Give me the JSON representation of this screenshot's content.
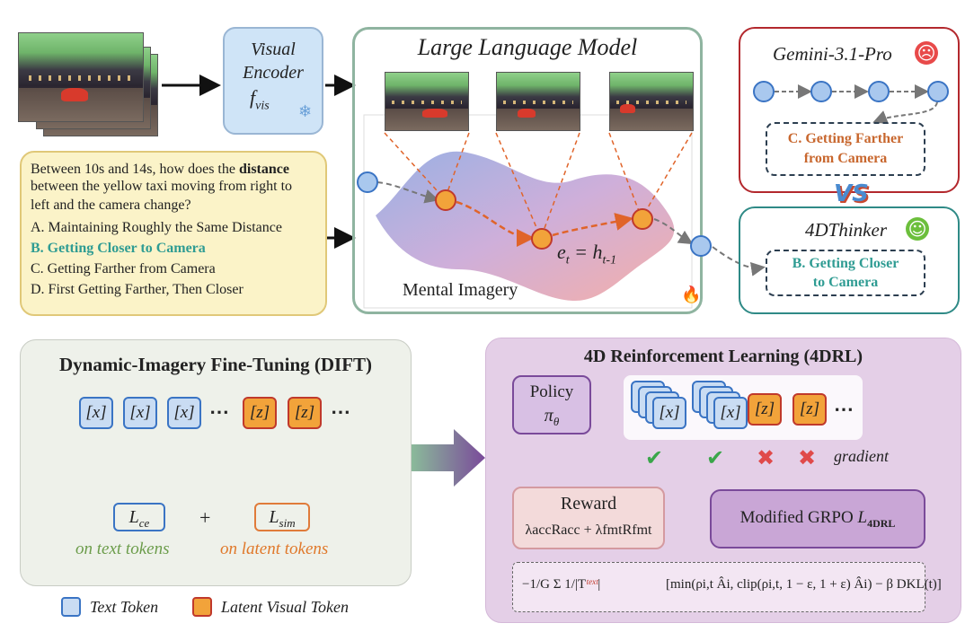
{
  "encoder": {
    "line1": "Visual",
    "line2": "Encoder",
    "symbol": "f",
    "sub": "vis",
    "freeze": "❄"
  },
  "llm": {
    "title": "Large Language Model",
    "mental": "Mental Imagery",
    "eq_lhs": "e",
    "eq_lhs_sub": "t",
    "eq_eq": " = h",
    "eq_rhs_sub": "t-1",
    "fire": "🔥"
  },
  "question": {
    "prefix": "Between 10s and 14s, how does the ",
    "bold": "distance",
    "line2": "between the yellow taxi moving from right to",
    "line3": "left and the camera change?",
    "options": [
      {
        "text": "A. Maintaining Roughly the Same Distance",
        "color": "#222222"
      },
      {
        "text": "B. Getting Closer to Camera",
        "color": "#2f9c93"
      },
      {
        "text": "C. Getting Farther from Camera",
        "color": "#222222"
      },
      {
        "text": "D. First Getting Farther, Then Closer",
        "color": "#222222"
      }
    ]
  },
  "gemini": {
    "title": "Gemini-3.1-Pro",
    "face": "☹",
    "answer1": "C. Getting Farther",
    "answer2": "from Camera"
  },
  "vs": "VS",
  "thinker": {
    "title": "4DThinker",
    "face": "☺",
    "answer1": "B. Getting Closer",
    "answer2": "to Camera"
  },
  "dift": {
    "title": "Dynamic-Imagery Fine-Tuning (DIFT)",
    "x": "[x]",
    "z": "[z]",
    "dots": "⋯",
    "lce_main": "L",
    "lce_sub": "ce",
    "plus": "+",
    "lsim_main": "L",
    "lsim_sub": "sim",
    "on_text": "on text tokens",
    "on_latent": "on latent tokens"
  },
  "drl": {
    "title": "4D Reinforcement Learning (4DRL)",
    "policy": "Policy",
    "pi": "π",
    "pi_sub": "θ",
    "x": "[x]",
    "z": "[z]",
    "dots": "⋯",
    "check": "✔",
    "cross": "✖",
    "gradient": "gradient",
    "reward": "Reward",
    "reward_formula": "λaccRacc + λfmtRfmt",
    "grpo": "Modified GRPO ",
    "grpo_L": "L",
    "grpo_sub": "4DRL",
    "formula_left": "−1/G Σ 1/|T",
    "formula_right": "[min(ρi,t Âi, clip(ρi,t, 1 − ε, 1 + ε) Âi) − β DKL(t)]"
  },
  "legend": {
    "text_token": "Text Token",
    "latent_token": "Latent Visual Token"
  },
  "colors": {
    "text_green": "#6b9c4a",
    "latent_orange": "#e0782a",
    "purple": "#8a5aa8",
    "teal": "#2f8a86",
    "red": "#b3282d"
  }
}
